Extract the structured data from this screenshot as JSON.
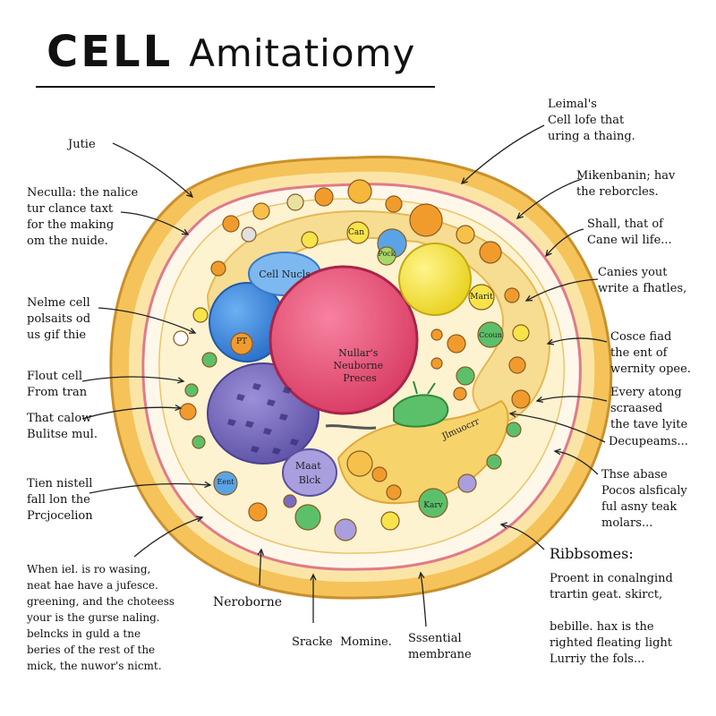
{
  "title": {
    "part1": "CELL",
    "part2": "Amitatiomy"
  },
  "labels": {
    "jutie": "Jutie",
    "neculla": "Neculla: the nalice\ntur clance taxt\nfor the making\nom the nuide.",
    "nelme": "Nelme cell\npolsaits od\nus gif thie",
    "flout": "Flout cell\nFrom tran",
    "that_calow": "That calow\nBulitse mul.",
    "tien": "Tien nistell\nfall lon the\nPrcjocelion",
    "when": "When iel. is ro wasing,\nneat hae have a jufesce.\ngreening, and the choteess\nyour is the gurse naling.\nbelncks in guld a tne\nberies of the rest of the\nmick, the nuwor's nicmt.",
    "neroborne": "Neroborne",
    "sracke": "Sracke  Momine.",
    "sssential": "Sssential\nmembrane",
    "leimals": "Leimal's\nCell lofe that\nuring a thaing.",
    "mikenbanin": "Mikenbanin; hav\nthe reborcles.",
    "shall": "Shall, that of\nCane wil life...",
    "canies": "Canies yout\nwrite a fhatles,",
    "cosce": "Cosce fiad\nthe ent of\nwernity opee.",
    "every": "Every atong\nscraased\nthe tave lyite",
    "decu": "Decupeams...",
    "these": "Thse abase\nPocos alsficaly\nful asny teak\nmolars...",
    "ribbsomes_head": "Ribbsomes:",
    "ribbsomes_body": "Proent in conalngind\ntrartin geat. skirct,\n\nbebille. hax is the\nrighted fleating light\nLurriy the fols..."
  },
  "organelle_labels": {
    "nucleus": "Nullar's\nNeuborne\nPreces",
    "cell_nucls": "Cell Nucls",
    "maat": "Maat\nBlck",
    "marit": "Marit",
    "can": "Can",
    "pock": "Pock",
    "ccoun": "Ccoun",
    "eent": "Eent",
    "karv": "Karv",
    "pt": "PT",
    "jlmuocrr": "Jlmuocrr"
  },
  "colors": {
    "outer_wall": "#f5c35a",
    "wall_inner": "#fbe5a6",
    "membrane_line": "#e07a8a",
    "cytoplasm": "#fdf3d0",
    "nucleus": "#ec4f7a",
    "blue_body": "#3b8be0",
    "purple_body": "#7a6cc0",
    "yellow_body": "#f7e34a",
    "green_body": "#5cc06a",
    "orange_vesicle": "#f29b2d"
  }
}
